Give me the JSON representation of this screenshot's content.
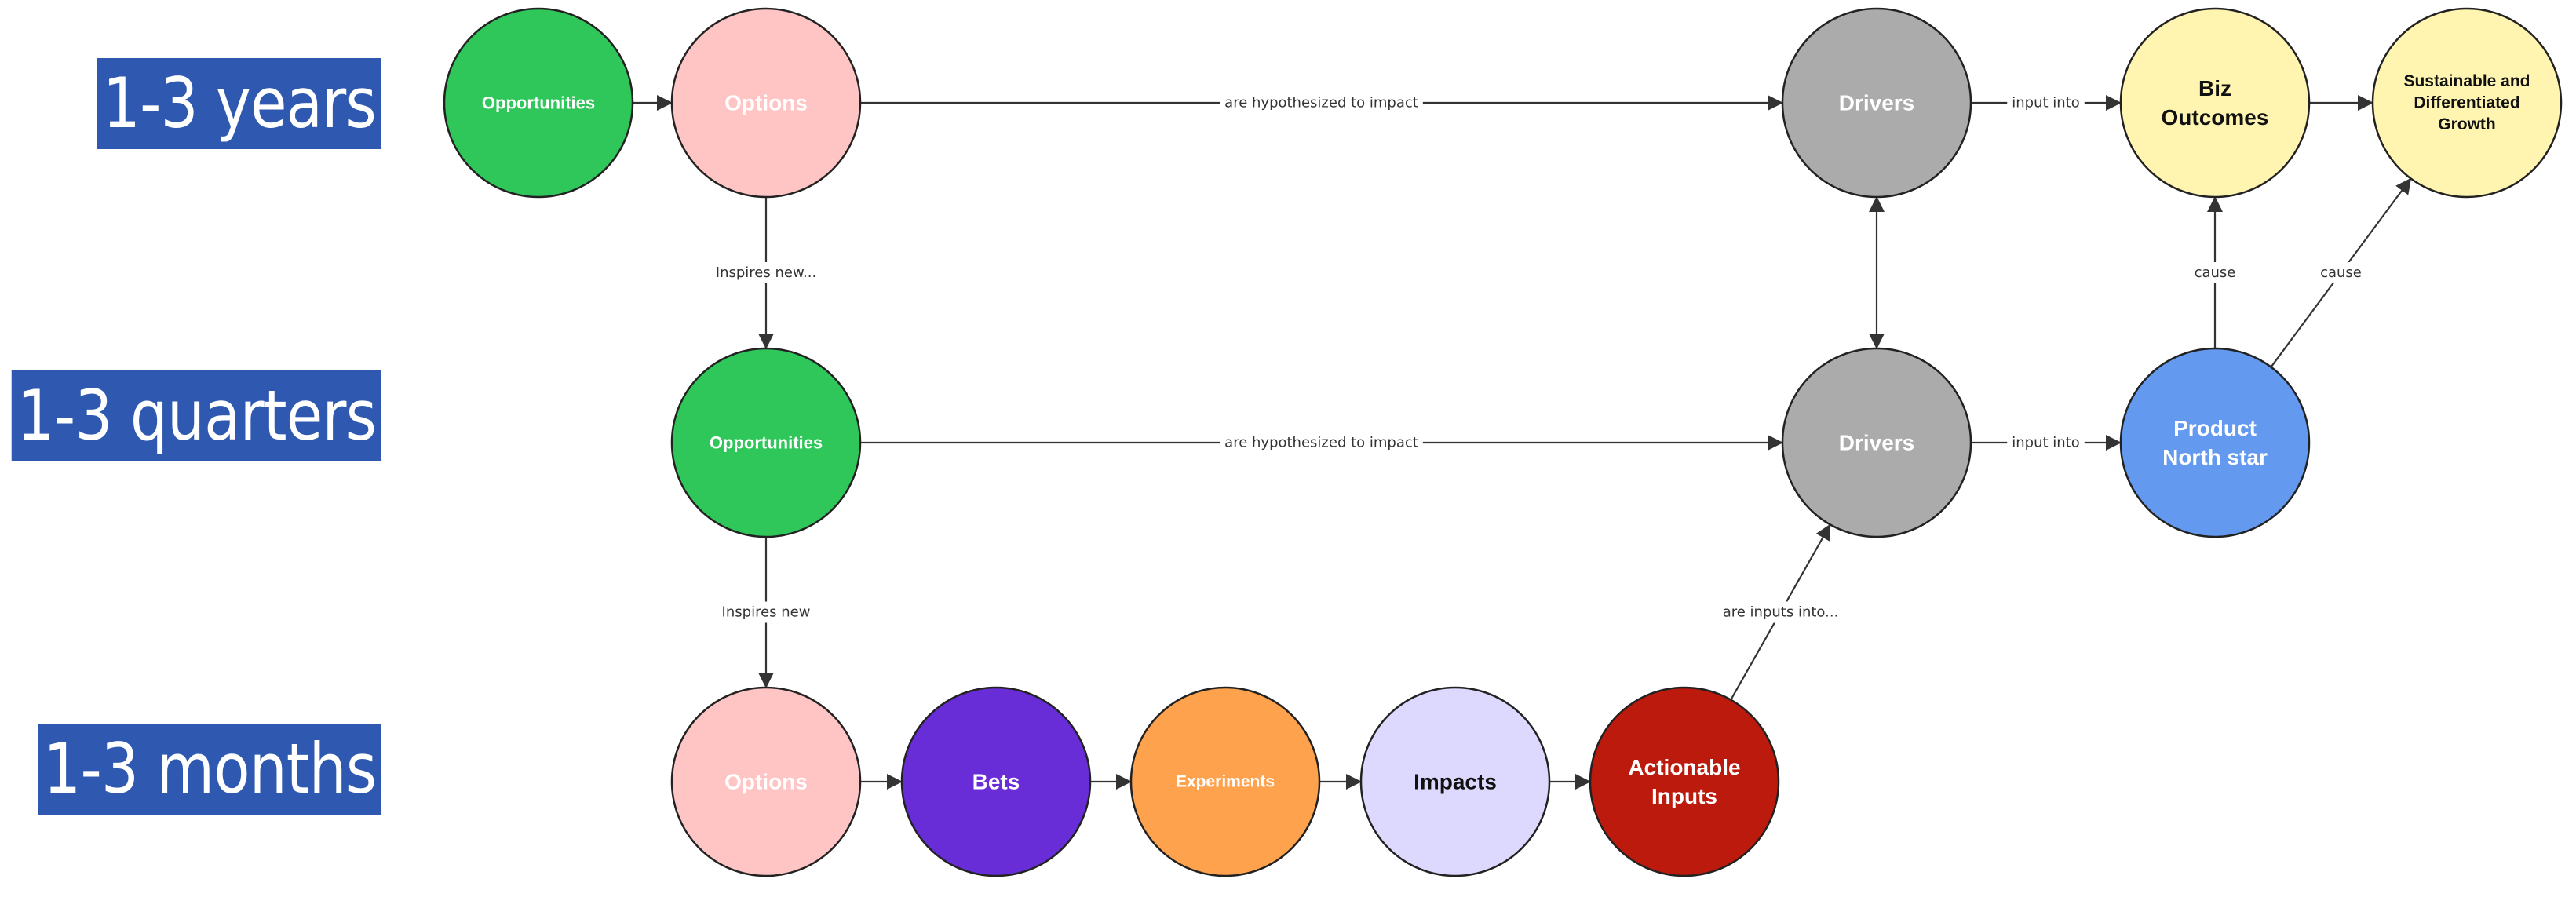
{
  "rows": {
    "years": "1-3 years",
    "quarters": "1-3 quarters",
    "months": "1-3 months"
  },
  "nodes": {
    "opportunities_years": {
      "lines": [
        "Opportunities"
      ],
      "fill": "#2fc65a",
      "text": "#ffffff"
    },
    "options_years": {
      "lines": [
        "Options"
      ],
      "fill": "#ffc4c4",
      "text": "#ffffff"
    },
    "drivers_years": {
      "lines": [
        "Drivers"
      ],
      "fill": "#ababab",
      "text": "#ffffff"
    },
    "biz_outcomes": {
      "lines": [
        "Biz",
        "Outcomes"
      ],
      "fill": "#fff5b1",
      "text": "#111111"
    },
    "sustainable_growth": {
      "lines": [
        "Sustainable and",
        "Differentiated",
        "Growth"
      ],
      "fill": "#fff5b1",
      "text": "#111111"
    },
    "opportunities_quarters": {
      "lines": [
        "Opportunities"
      ],
      "fill": "#2fc65a",
      "text": "#ffffff"
    },
    "drivers_quarters": {
      "lines": [
        "Drivers"
      ],
      "fill": "#ababab",
      "text": "#ffffff"
    },
    "product_north_star": {
      "lines": [
        "Product",
        "North star"
      ],
      "fill": "#6399ef",
      "text": "#ffffff"
    },
    "options_months": {
      "lines": [
        "Options"
      ],
      "fill": "#ffc4c4",
      "text": "#ffffff"
    },
    "bets": {
      "lines": [
        "Bets"
      ],
      "fill": "#682dd6",
      "text": "#ffffff"
    },
    "experiments": {
      "lines": [
        "Experiments"
      ],
      "fill": "#ffa24d",
      "text": "#ffffff"
    },
    "impacts": {
      "lines": [
        "Impacts"
      ],
      "fill": "#ddd8fd",
      "text": "#111111"
    },
    "actionable_inputs": {
      "lines": [
        "Actionable",
        "Inputs"
      ],
      "fill": "#bb1a0d",
      "text": "#ffffff"
    }
  },
  "edges": {
    "hypothesized_years": "are hypothesized to impact",
    "input_into_years": "input into",
    "inspires_new_years": "Inspires new...",
    "cause_biz": "cause",
    "cause_growth": "cause",
    "hypothesized_quarters": "are hypothesized to impact",
    "input_into_quarters": "input into",
    "inspires_new_quarters": "Inspires new",
    "are_inputs_into": "are inputs into..."
  }
}
